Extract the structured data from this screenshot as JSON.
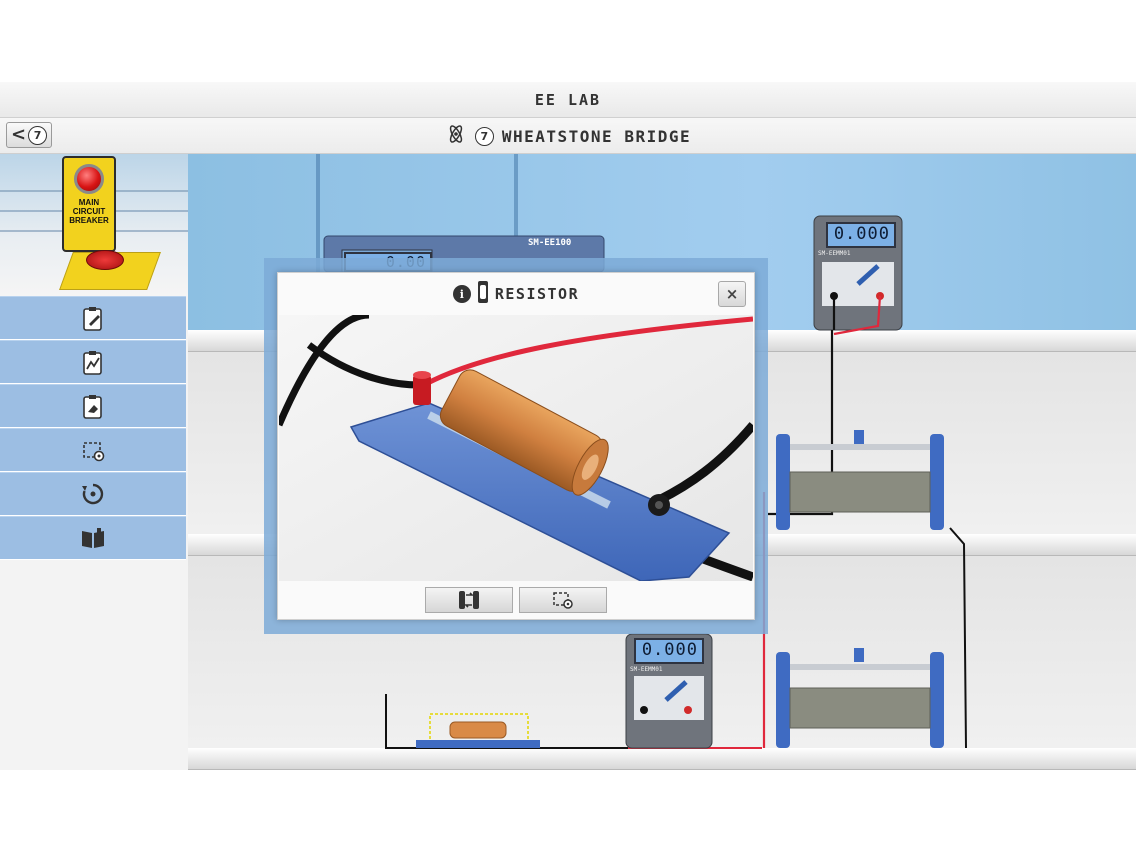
{
  "header": {
    "app_title": "EE LAB",
    "experiment_number": "7",
    "experiment_title": "WHEATSTONE BRIDGE"
  },
  "back_button": {
    "number": "7"
  },
  "breaker": {
    "label_line1": "MAIN",
    "label_line2": "CIRCUIT",
    "label_line3": "BREAKER"
  },
  "sidebar": {
    "tools": [
      {
        "icon": "clipboard-pencil-icon"
      },
      {
        "icon": "graph-clipboard-icon"
      },
      {
        "icon": "clipboard-eraser-icon"
      },
      {
        "icon": "circuit-settings-icon"
      },
      {
        "icon": "reset-icon"
      },
      {
        "icon": "manual-book-icon"
      }
    ]
  },
  "power_supply": {
    "display": "0.00",
    "brand": "SM-EE100"
  },
  "multimeters": [
    {
      "display": "0.000",
      "brand": "SM-EEMM01"
    },
    {
      "display": "0.000",
      "brand": "SM-EEMM01"
    }
  ],
  "modal": {
    "title": "RESISTOR",
    "close_label": "×"
  },
  "colors": {
    "panel_blue": "#9cbee3",
    "breaker_yellow": "#f2d21e",
    "lcd_blue": "#7cb0e6",
    "wire_red": "#e0283c"
  }
}
